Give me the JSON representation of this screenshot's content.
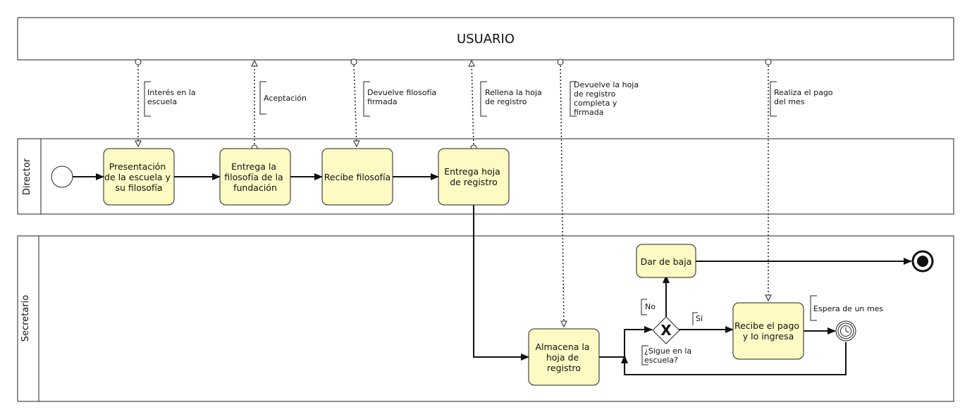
{
  "colors": {
    "task_fill": "#fdfac4",
    "stroke": "#222222",
    "background": "#ffffff"
  },
  "pool": {
    "title": "USUARIO"
  },
  "lanes": {
    "director": "Director",
    "secretario": "Secretario"
  },
  "tasks": {
    "t1": [
      "Presentación",
      "de la escuela y",
      "su filosofía"
    ],
    "t2": [
      "Entrega la",
      "filosofía de la",
      "fundación"
    ],
    "t3": [
      "Recibe filosofía"
    ],
    "t4": [
      "Entrega hoja",
      "de registro"
    ],
    "t5": [
      "Almacena la",
      "hoja de",
      "registro"
    ],
    "t6": [
      "Dar de baja"
    ],
    "t7": [
      "Recibe el pago",
      "y lo ingresa"
    ]
  },
  "messages": {
    "m1": [
      "Interés en la",
      "escuela"
    ],
    "m2": [
      "Aceptación"
    ],
    "m3": [
      "Devuelve filosofía",
      "firmada"
    ],
    "m4": [
      "Rellena la hoja",
      "de registro"
    ],
    "m5": [
      "Devuelve la hoja",
      "de registro",
      "completa y",
      "firmada"
    ],
    "m6": [
      "Realiza el pago",
      "del mes"
    ]
  },
  "gateway": {
    "symbol": "X",
    "question": [
      "¿Sigue en la",
      "escuela?"
    ]
  },
  "flow_labels": {
    "no": "No",
    "yes": "Sí"
  },
  "timer": {
    "label": "Espera de un mes"
  }
}
